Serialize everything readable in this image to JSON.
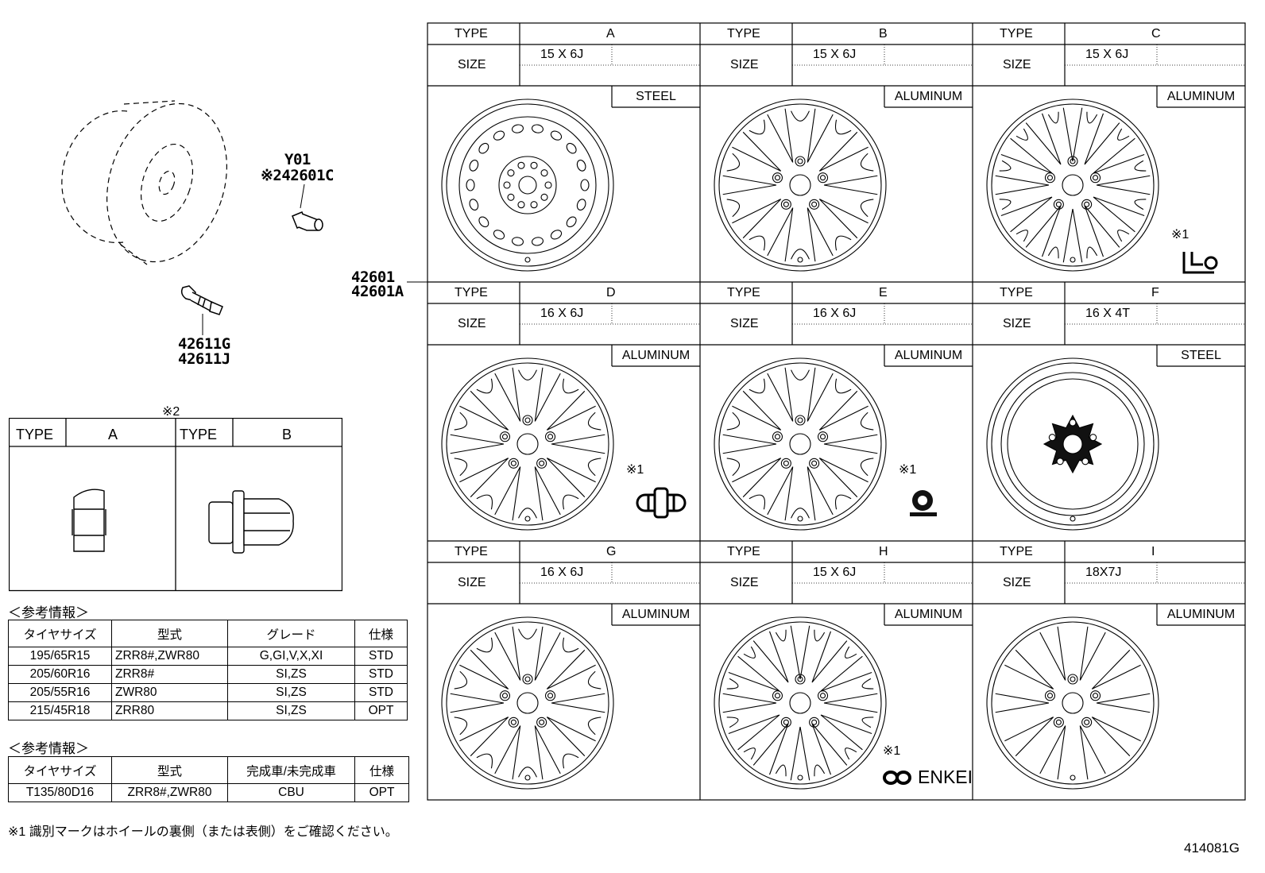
{
  "part_labels": {
    "nut_code": "Y01",
    "nut_part": "※242601C",
    "valve_part_1": "42611G",
    "valve_part_2": "42611J",
    "wheel_part_1": "42601",
    "wheel_part_2": "42601A"
  },
  "nut_table": {
    "note": "※2",
    "header_type": "TYPE",
    "types": [
      "A",
      "B"
    ]
  },
  "wheels": [
    {
      "type": "A",
      "size": "15 X 6J",
      "material": "STEEL"
    },
    {
      "type": "B",
      "size": "15 X 6J",
      "material": "ALUMINUM"
    },
    {
      "type": "C",
      "size": "15 X 6J",
      "material": "ALUMINUM",
      "mark_note": "※1"
    },
    {
      "type": "D",
      "size": "16 X 6J",
      "material": "ALUMINUM",
      "mark_note": "※1"
    },
    {
      "type": "E",
      "size": "16 X 6J",
      "material": "ALUMINUM",
      "mark_note": "※1"
    },
    {
      "type": "F",
      "size": "16 X 4T",
      "material": "STEEL"
    },
    {
      "type": "G",
      "size": "16 X 6J",
      "material": "ALUMINUM"
    },
    {
      "type": "H",
      "size": "15 X 6J",
      "material": "ALUMINUM",
      "mark_note": "※1",
      "brand": "ENKEI"
    },
    {
      "type": "I",
      "size": "18X7J",
      "material": "ALUMINUM"
    }
  ],
  "grid_labels": {
    "type": "TYPE",
    "size": "SIZE"
  },
  "ref1": {
    "title": "＜参考情報＞",
    "headers": [
      "タイヤサイズ",
      "型式",
      "グレード",
      "仕様"
    ],
    "rows": [
      [
        "195/65R15",
        "ZRR8#,ZWR80",
        "G,GI,V,X,XI",
        "STD"
      ],
      [
        "205/60R16",
        "ZRR8#",
        "SI,ZS",
        "STD"
      ],
      [
        "205/55R16",
        "ZWR80",
        "SI,ZS",
        "STD"
      ],
      [
        "215/45R18",
        "ZRR80",
        "SI,ZS",
        "OPT"
      ]
    ]
  },
  "ref2": {
    "title": "＜参考情報＞",
    "headers": [
      "タイヤサイズ",
      "型式",
      "完成車/未完成車",
      "仕様"
    ],
    "rows": [
      [
        "T135/80D16",
        "ZRR8#,ZWR80",
        "CBU",
        "OPT"
      ]
    ]
  },
  "footnote": "※1 識別マークはホイールの裏側（または表側）をご確認ください。",
  "diagram_id": "414081G"
}
